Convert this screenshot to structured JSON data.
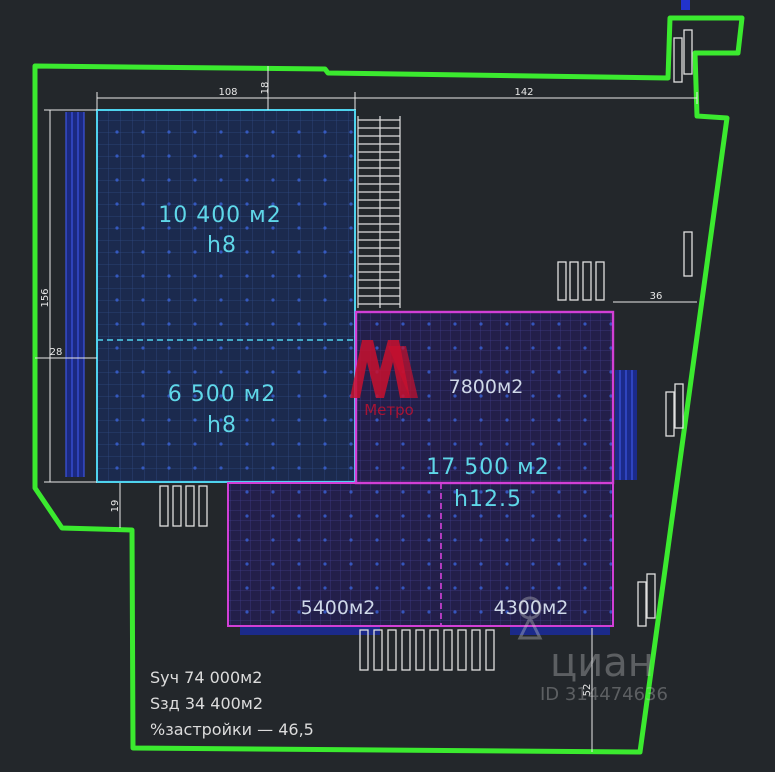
{
  "plan": {
    "dimensions": {
      "d108": "108",
      "d18": "18",
      "d142": "142",
      "d156": "156",
      "d28": "28",
      "d36": "36",
      "d19": "19",
      "d52": "52"
    },
    "areas": {
      "upper_area": "10  400  м2",
      "upper_height": "h8",
      "lower_area": "6  500  м2",
      "lower_height": "h8",
      "east_area": "7800м2",
      "total_area": "17  500  м2",
      "total_height": "h12.5",
      "south_left_area": "5400м2",
      "south_right_area": "4300м2"
    },
    "stats": {
      "site_area": "Sуч 74  000м2",
      "built_area": "Sзд 34  400м2",
      "coverage": "%застройки  —  46,5"
    },
    "watermarks": {
      "metro_text": "Метро",
      "cian_text": "циан",
      "cian_id": "ID 314474636"
    }
  },
  "colors": {
    "site_boundary": "#3bea2f",
    "building_left": "#4fd3ee",
    "building_right": "#d23fd6",
    "dim_lines": "#e8e8e8",
    "ramps": "#2233cc",
    "logo_red": "#c8102e"
  }
}
